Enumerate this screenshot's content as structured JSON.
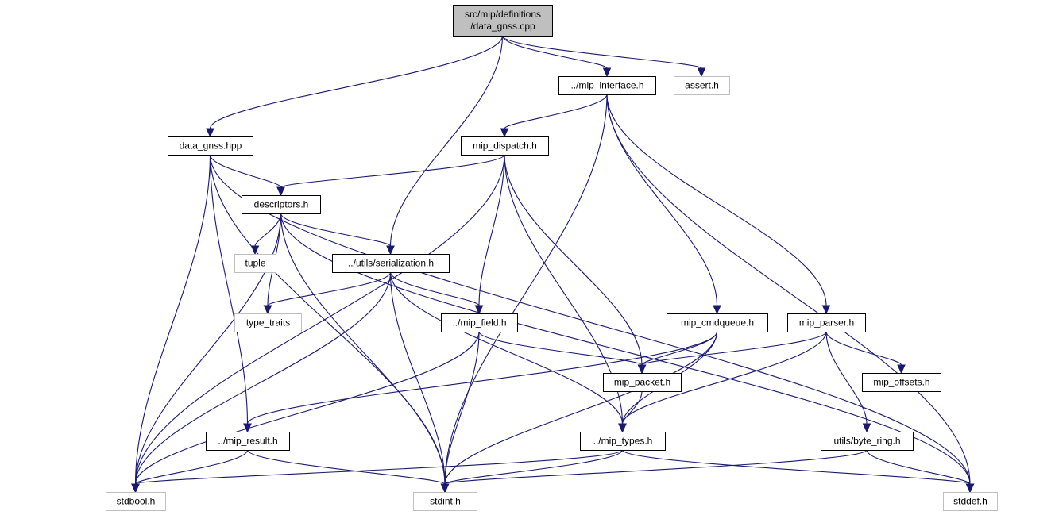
{
  "graph": {
    "title": "",
    "colors": {
      "edge": "#191970",
      "root_fill": "#bfbfbf",
      "node_border": "#000000",
      "external_border": "#bfbfbf"
    },
    "nodes": [
      {
        "id": "root",
        "lines": [
          "src/mip/definitions",
          "/data_gnss.cpp"
        ],
        "kind": "root"
      },
      {
        "id": "mip_interface",
        "lines": [
          "../mip_interface.h"
        ],
        "kind": "local"
      },
      {
        "id": "assert",
        "lines": [
          "assert.h"
        ],
        "kind": "external"
      },
      {
        "id": "data_gnss_hpp",
        "lines": [
          "data_gnss.hpp"
        ],
        "kind": "local"
      },
      {
        "id": "mip_dispatch",
        "lines": [
          "mip_dispatch.h"
        ],
        "kind": "local"
      },
      {
        "id": "descriptors",
        "lines": [
          "descriptors.h"
        ],
        "kind": "local"
      },
      {
        "id": "tuple",
        "lines": [
          "tuple"
        ],
        "kind": "external"
      },
      {
        "id": "serialization",
        "lines": [
          "../utils/serialization.h"
        ],
        "kind": "local"
      },
      {
        "id": "type_traits",
        "lines": [
          "type_traits"
        ],
        "kind": "external"
      },
      {
        "id": "mip_field",
        "lines": [
          "../mip_field.h"
        ],
        "kind": "local"
      },
      {
        "id": "mip_cmdqueue",
        "lines": [
          "mip_cmdqueue.h"
        ],
        "kind": "local"
      },
      {
        "id": "mip_parser",
        "lines": [
          "mip_parser.h"
        ],
        "kind": "local"
      },
      {
        "id": "mip_packet",
        "lines": [
          "mip_packet.h"
        ],
        "kind": "local"
      },
      {
        "id": "mip_offsets",
        "lines": [
          "mip_offsets.h"
        ],
        "kind": "local"
      },
      {
        "id": "mip_result",
        "lines": [
          "../mip_result.h"
        ],
        "kind": "local"
      },
      {
        "id": "mip_types",
        "lines": [
          "../mip_types.h"
        ],
        "kind": "local"
      },
      {
        "id": "byte_ring",
        "lines": [
          "utils/byte_ring.h"
        ],
        "kind": "local"
      },
      {
        "id": "stdbool",
        "lines": [
          "stdbool.h"
        ],
        "kind": "external"
      },
      {
        "id": "stdint",
        "lines": [
          "stdint.h"
        ],
        "kind": "external"
      },
      {
        "id": "stddef",
        "lines": [
          "stddef.h"
        ],
        "kind": "external"
      }
    ],
    "edges": [
      [
        "root",
        "data_gnss_hpp"
      ],
      [
        "root",
        "serialization"
      ],
      [
        "root",
        "mip_interface"
      ],
      [
        "root",
        "assert"
      ],
      [
        "mip_interface",
        "mip_dispatch"
      ],
      [
        "mip_interface",
        "stdint"
      ],
      [
        "mip_interface",
        "mip_cmdqueue"
      ],
      [
        "mip_interface",
        "mip_parser"
      ],
      [
        "mip_interface",
        "stddef"
      ],
      [
        "data_gnss_hpp",
        "stdbool"
      ],
      [
        "data_gnss_hpp",
        "mip_result"
      ],
      [
        "data_gnss_hpp",
        "stdint"
      ],
      [
        "data_gnss_hpp",
        "descriptors"
      ],
      [
        "data_gnss_hpp",
        "stddef"
      ],
      [
        "mip_dispatch",
        "descriptors"
      ],
      [
        "mip_dispatch",
        "stdbool"
      ],
      [
        "mip_dispatch",
        "mip_field"
      ],
      [
        "mip_dispatch",
        "mip_types"
      ],
      [
        "mip_dispatch",
        "mip_packet"
      ],
      [
        "descriptors",
        "tuple"
      ],
      [
        "descriptors",
        "type_traits"
      ],
      [
        "descriptors",
        "serialization"
      ],
      [
        "descriptors",
        "stdbool"
      ],
      [
        "descriptors",
        "stdint"
      ],
      [
        "descriptors",
        "stddef"
      ],
      [
        "serialization",
        "type_traits"
      ],
      [
        "serialization",
        "mip_field"
      ],
      [
        "serialization",
        "stdbool"
      ],
      [
        "serialization",
        "stdint"
      ],
      [
        "serialization",
        "mip_types"
      ],
      [
        "mip_field",
        "mip_packet"
      ],
      [
        "mip_field",
        "stdbool"
      ],
      [
        "mip_field",
        "stdint"
      ],
      [
        "mip_cmdqueue",
        "mip_packet"
      ],
      [
        "mip_cmdqueue",
        "mip_result"
      ],
      [
        "mip_cmdqueue",
        "mip_types"
      ],
      [
        "mip_cmdqueue",
        "stdint"
      ],
      [
        "mip_parser",
        "mip_packet"
      ],
      [
        "mip_parser",
        "mip_offsets"
      ],
      [
        "mip_parser",
        "byte_ring"
      ],
      [
        "mip_parser",
        "mip_types"
      ],
      [
        "mip_packet",
        "mip_types"
      ],
      [
        "mip_result",
        "stdbool"
      ],
      [
        "mip_result",
        "stdint"
      ],
      [
        "mip_types",
        "stdbool"
      ],
      [
        "mip_types",
        "stdint"
      ],
      [
        "mip_types",
        "stddef"
      ],
      [
        "byte_ring",
        "stdint"
      ],
      [
        "byte_ring",
        "stddef"
      ]
    ]
  }
}
